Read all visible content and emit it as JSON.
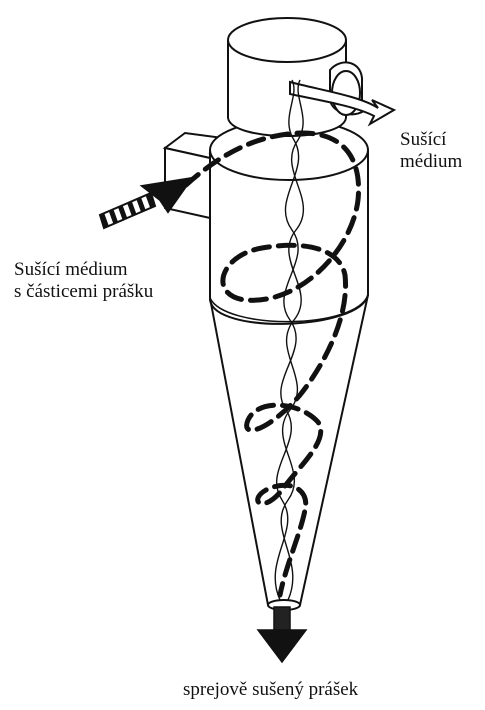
{
  "diagram": {
    "labels": {
      "inlet_line1": "Sušící médium",
      "inlet_line2": "s částicemi prášku",
      "outlet_line1": "Sušící",
      "outlet_line2": "médium",
      "product": "sprejově sušený prášek"
    },
    "colors": {
      "ink": "#111111",
      "background": "#ffffff"
    },
    "icons": [
      "inlet-arrow-icon",
      "outlet-arrow-icon",
      "product-arrow-icon"
    ]
  }
}
